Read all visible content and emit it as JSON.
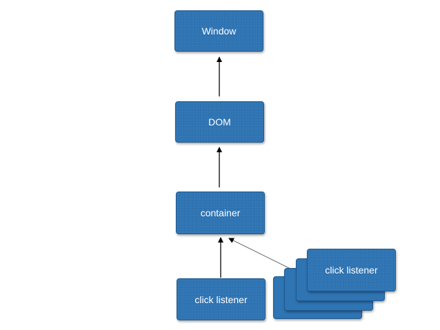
{
  "nodes": {
    "window": {
      "label": "Window"
    },
    "dom": {
      "label": "DOM"
    },
    "container": {
      "label": "container"
    },
    "listener_single": {
      "label": "click listener"
    },
    "listener_stack": {
      "label": "click listener"
    }
  },
  "edges": [
    {
      "from": "click listener",
      "to": "container"
    },
    {
      "from": "click listener (stack)",
      "to": "container"
    },
    {
      "from": "container",
      "to": "DOM"
    },
    {
      "from": "DOM",
      "to": "Window"
    }
  ],
  "colors": {
    "node_fill": "#2f74b3",
    "node_border": "#1f5a90",
    "node_text": "#ffffff",
    "arrow": "#000000"
  }
}
